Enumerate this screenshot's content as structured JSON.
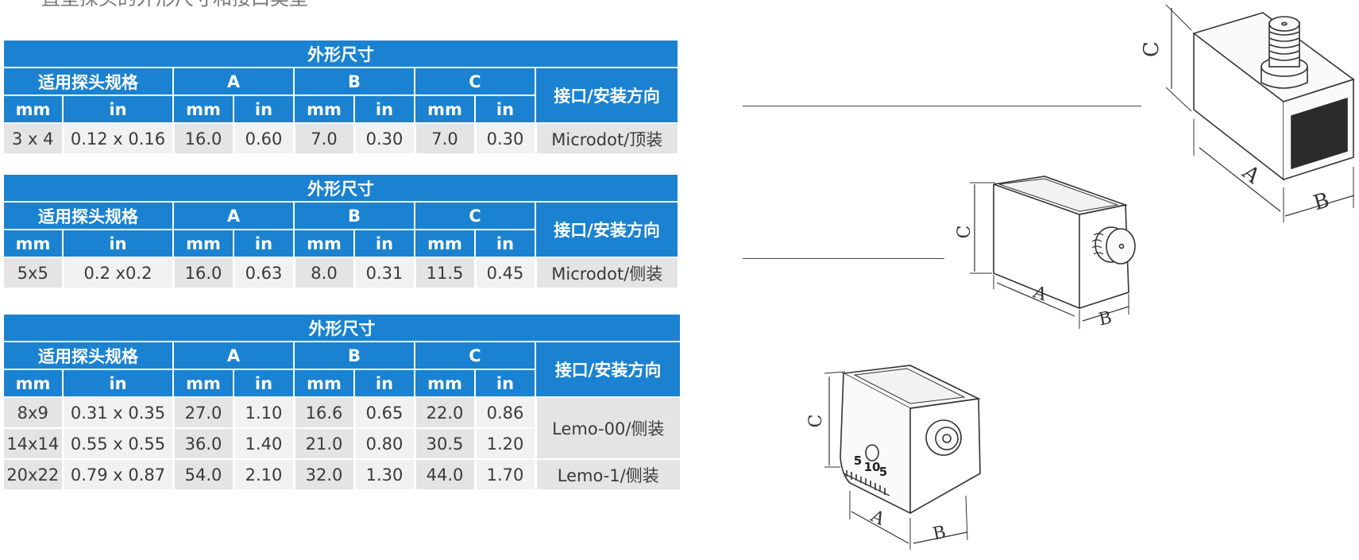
{
  "intro_text": "直型探头的外形尺寸和接口类型",
  "tables": [
    {
      "title": "外形尺寸",
      "probe_spec_header": "适用探头规格",
      "a_header": "A",
      "b_header": "B",
      "c_header": "C",
      "interface_header": "接口/安装方向",
      "units": [
        "mm",
        "in",
        "mm",
        "in",
        "mm",
        "in",
        "mm",
        "in"
      ],
      "rows": [
        {
          "spec_mm": "3 x 4",
          "spec_in": "0.12 x 0.16",
          "a_mm": "16.0",
          "a_in": "0.60",
          "b_mm": "7.0",
          "b_in": "0.30",
          "c_mm": "7.0",
          "c_in": "0.30",
          "interface": "Microdot/顶装"
        }
      ]
    },
    {
      "title": "外形尺寸",
      "probe_spec_header": "适用探头规格",
      "a_header": "A",
      "b_header": "B",
      "c_header": "C",
      "interface_header": "接口/安装方向",
      "units": [
        "mm",
        "in",
        "mm",
        "in",
        "mm",
        "in",
        "mm",
        "in"
      ],
      "rows": [
        {
          "spec_mm": "5x5",
          "spec_in": "0.2 x0.2",
          "a_mm": "16.0",
          "a_in": "0.63",
          "b_mm": "8.0",
          "b_in": "0.31",
          "c_mm": "11.5",
          "c_in": "0.45",
          "interface": "Microdot/侧装"
        }
      ]
    },
    {
      "title": "外形尺寸",
      "probe_spec_header": "适用探头规格",
      "a_header": "A",
      "b_header": "B",
      "c_header": "C",
      "interface_header": "接口/安装方向",
      "units": [
        "mm",
        "in",
        "mm",
        "in",
        "mm",
        "in",
        "mm",
        "in"
      ],
      "rows": [
        {
          "spec_mm": "8x9",
          "spec_in": "0.31 x 0.35",
          "a_mm": "27.0",
          "a_in": "1.10",
          "b_mm": "16.6",
          "b_in": "0.65",
          "c_mm": "22.0",
          "c_in": "0.86",
          "interface": "Lemo-00/侧装"
        },
        {
          "spec_mm": "14x14",
          "spec_in": "0.55 x 0.55",
          "a_mm": "36.0",
          "a_in": "1.40",
          "b_mm": "21.0",
          "b_in": "0.80",
          "c_mm": "30.5",
          "c_in": "1.20",
          "interface": "Lemo-00/侧装"
        },
        {
          "spec_mm": "20x22",
          "spec_in": "0.79 x 0.87",
          "a_mm": "54.0",
          "a_in": "2.10",
          "b_mm": "32.0",
          "b_in": "1.30",
          "c_mm": "44.0",
          "c_in": "1.70",
          "interface": "Lemo-1/侧装"
        }
      ]
    }
  ],
  "drawings": {
    "dim_a": "A",
    "dim_b": "B",
    "dim_c": "C",
    "scale_marks": [
      "5",
      "10",
      "5"
    ]
  }
}
